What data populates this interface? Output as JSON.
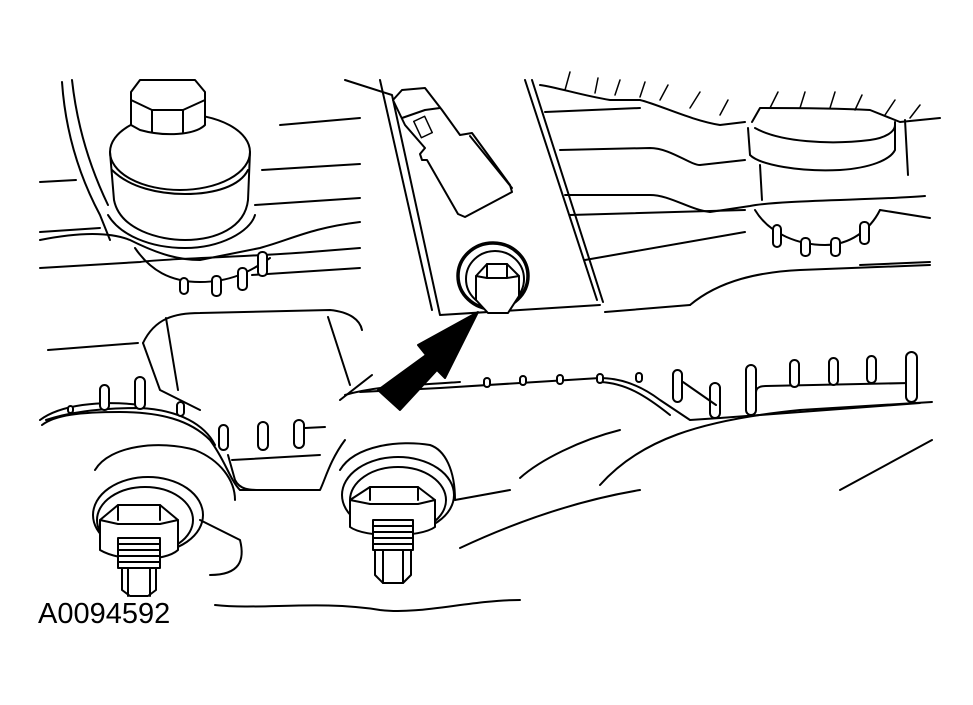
{
  "figure": {
    "id_label": "A0094592",
    "type": "line-art service illustration",
    "colors": {
      "line": "#000000",
      "background": "#ffffff",
      "arrow": "#000000"
    },
    "callouts": [
      {
        "name": "indicator-arrow",
        "points_to": "center-hex-bolt"
      }
    ],
    "components": [
      "upper-left-hex-bolt-with-washer",
      "connector-tab",
      "center-hex-bolt",
      "upper-right-cylindrical-boss",
      "lower-left-stud-nut",
      "lower-center-stud-nut"
    ]
  }
}
